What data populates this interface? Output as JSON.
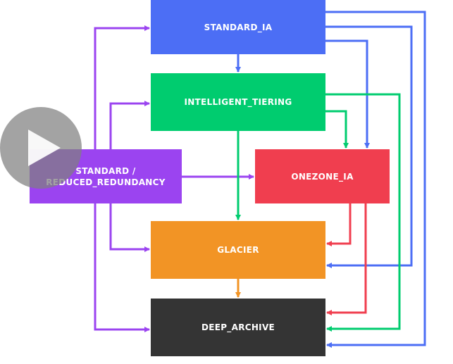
{
  "diagram": {
    "nodes": [
      {
        "id": "standard_ia",
        "label": "STANDARD_IA",
        "color": "#4c6ef5"
      },
      {
        "id": "intelligent_tiering",
        "label": "INTELLIGENT_TIERING",
        "color": "#00cc6f"
      },
      {
        "id": "standard_rr",
        "label": "STANDARD /\nREDUCED_REDUNDANCY",
        "color": "#9b44f0"
      },
      {
        "id": "onezone_ia",
        "label": "ONEZONE_IA",
        "color": "#f03e4f"
      },
      {
        "id": "glacier",
        "label": "GLACIER",
        "color": "#f29425"
      },
      {
        "id": "deep_archive",
        "label": "DEEP_ARCHIVE",
        "color": "#343434"
      }
    ],
    "edges": [
      {
        "from": "standard_rr",
        "to": "standard_ia",
        "color": "#9b44f0"
      },
      {
        "from": "standard_rr",
        "to": "intelligent_tiering",
        "color": "#9b44f0"
      },
      {
        "from": "standard_rr",
        "to": "onezone_ia",
        "color": "#9b44f0"
      },
      {
        "from": "standard_rr",
        "to": "glacier",
        "color": "#9b44f0"
      },
      {
        "from": "standard_rr",
        "to": "deep_archive",
        "color": "#9b44f0"
      },
      {
        "from": "standard_ia",
        "to": "intelligent_tiering",
        "color": "#4c6ef5"
      },
      {
        "from": "standard_ia",
        "to": "onezone_ia",
        "color": "#4c6ef5"
      },
      {
        "from": "standard_ia",
        "to": "glacier",
        "color": "#4c6ef5"
      },
      {
        "from": "standard_ia",
        "to": "deep_archive",
        "color": "#4c6ef5"
      },
      {
        "from": "intelligent_tiering",
        "to": "onezone_ia",
        "color": "#00cc6f"
      },
      {
        "from": "intelligent_tiering",
        "to": "glacier",
        "color": "#00cc6f"
      },
      {
        "from": "intelligent_tiering",
        "to": "deep_archive",
        "color": "#00cc6f"
      },
      {
        "from": "onezone_ia",
        "to": "glacier",
        "color": "#f03e4f"
      },
      {
        "from": "onezone_ia",
        "to": "deep_archive",
        "color": "#f03e4f"
      },
      {
        "from": "glacier",
        "to": "deep_archive",
        "color": "#f29425"
      }
    ]
  },
  "overlay": {
    "icon": "play-icon"
  }
}
